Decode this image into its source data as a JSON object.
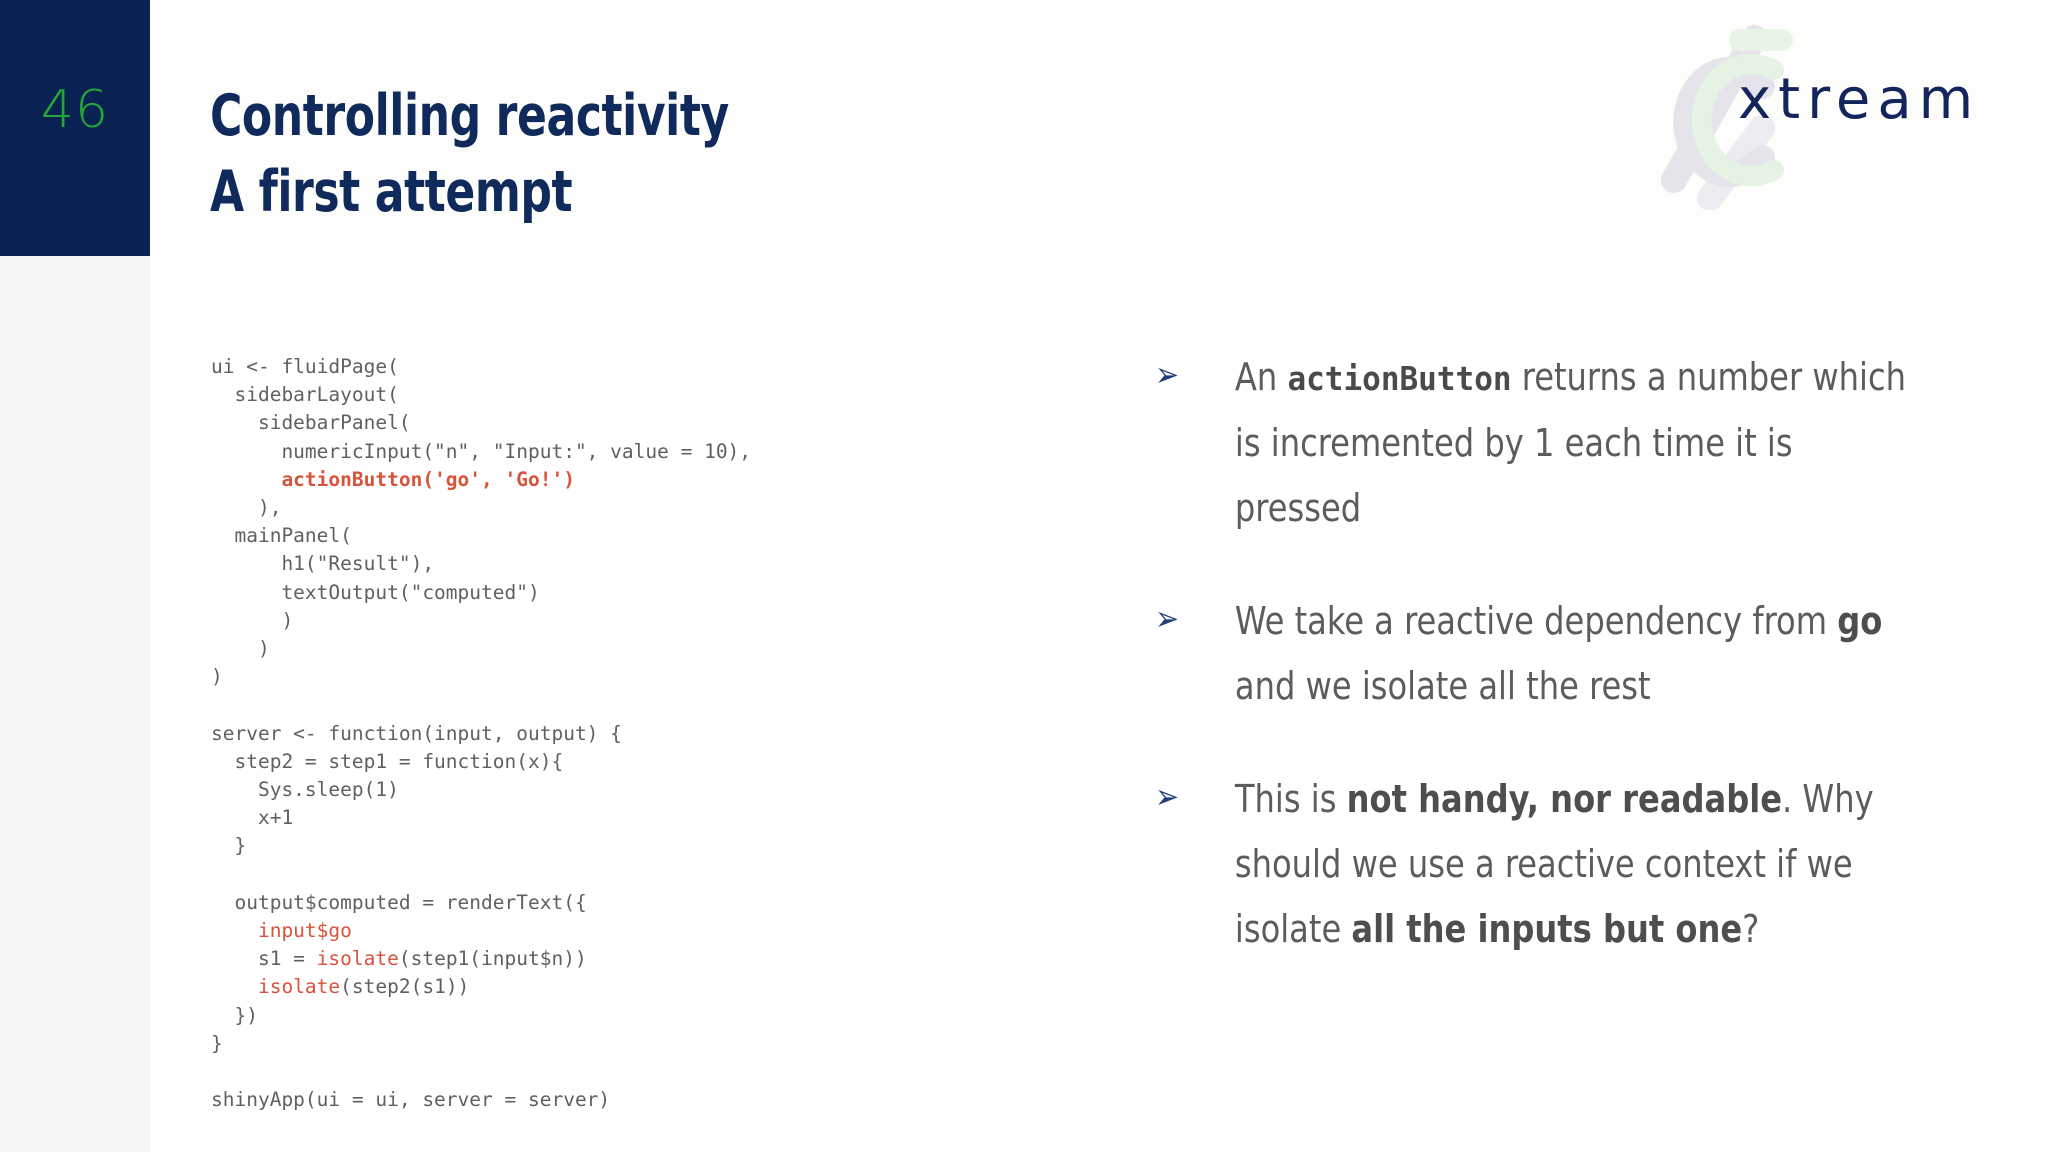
{
  "slide": {
    "page_number": "46",
    "title_line1": "Controlling reactivity",
    "title_line2": "A first attempt",
    "accent_navy": "#0a2252",
    "accent_green": "#23a838",
    "accent_orange": "#d9533c",
    "body_gray": "#5c5c5c"
  },
  "logo": {
    "wordmark": "xtream",
    "mark_name": "xtream-x-mark"
  },
  "code": {
    "language": "R",
    "lines": [
      {
        "text": "ui <- fluidPage(",
        "style": "plain"
      },
      {
        "text": "  sidebarLayout(",
        "style": "plain"
      },
      {
        "text": "    sidebarPanel(",
        "style": "plain"
      },
      {
        "text": "      numericInput(\"n\", \"Input:\", value = 10),",
        "style": "plain"
      },
      {
        "text": "      actionButton('go', 'Go!')",
        "style": "highlight-bold"
      },
      {
        "text": "    ),",
        "style": "plain"
      },
      {
        "text": "  mainPanel(",
        "style": "plain"
      },
      {
        "text": "      h1(\"Result\"),",
        "style": "plain"
      },
      {
        "text": "      textOutput(\"computed\")",
        "style": "plain"
      },
      {
        "text": "      )",
        "style": "plain"
      },
      {
        "text": "    )",
        "style": "plain"
      },
      {
        "text": ")",
        "style": "plain"
      },
      {
        "text": "",
        "style": "plain"
      },
      {
        "text": "server <- function(input, output) {",
        "style": "plain"
      },
      {
        "text": "  step2 = step1 = function(x){",
        "style": "plain"
      },
      {
        "text": "    Sys.sleep(1)",
        "style": "plain"
      },
      {
        "text": "    x+1",
        "style": "plain"
      },
      {
        "text": "  }",
        "style": "plain"
      },
      {
        "text": "",
        "style": "plain"
      },
      {
        "text": "  output$computed = renderText({",
        "style": "plain"
      },
      {
        "text": "    input$go",
        "style": "highlight"
      },
      {
        "text": "    s1 = isolate(step1(input$n))",
        "style": "mixed-isolate-1"
      },
      {
        "text": "    isolate(step2(s1))",
        "style": "mixed-isolate-2"
      },
      {
        "text": "  })",
        "style": "plain"
      },
      {
        "text": "}",
        "style": "plain"
      },
      {
        "text": "",
        "style": "plain"
      },
      {
        "text": "shinyApp(ui = ui, server = server)",
        "style": "plain"
      }
    ]
  },
  "bullets": [
    {
      "marker": "➢",
      "parts": [
        {
          "t": "An ",
          "k": "plain"
        },
        {
          "t": "actionButton",
          "k": "code"
        },
        {
          "t": " returns a number which is incremented by 1 each time it is pressed",
          "k": "plain"
        }
      ]
    },
    {
      "marker": "➢",
      "parts": [
        {
          "t": "We take a reactive dependency from ",
          "k": "plain"
        },
        {
          "t": "go",
          "k": "bold"
        },
        {
          "t": " and we isolate all the rest",
          "k": "plain"
        }
      ]
    },
    {
      "marker": "➢",
      "parts": [
        {
          "t": "This is ",
          "k": "plain"
        },
        {
          "t": "not handy, nor readable",
          "k": "bold"
        },
        {
          "t": ". Why should we use a reactive context if we isolate ",
          "k": "plain"
        },
        {
          "t": "all the inputs but one",
          "k": "bold"
        },
        {
          "t": "?",
          "k": "plain"
        }
      ]
    }
  ]
}
